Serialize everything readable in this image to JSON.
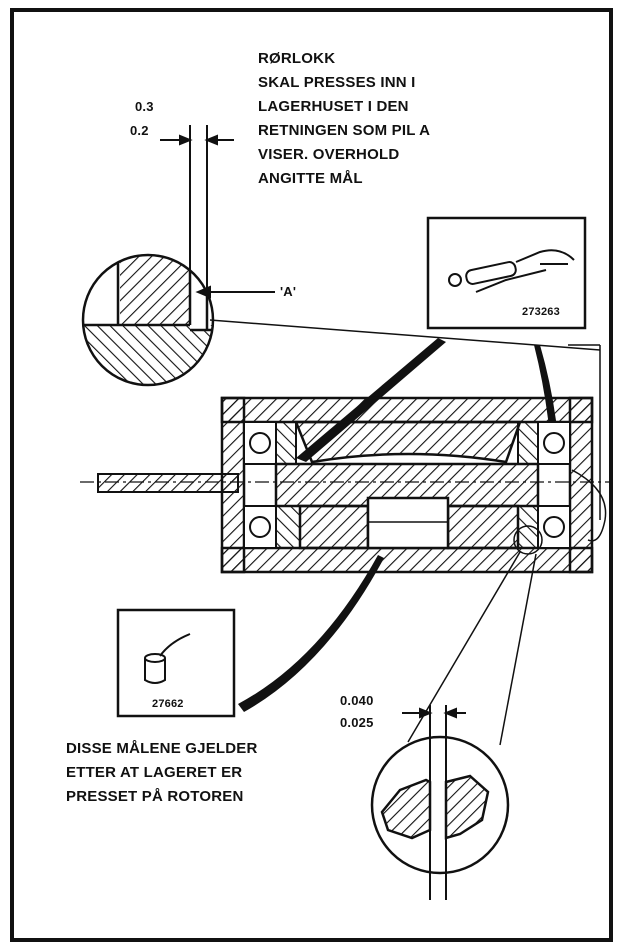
{
  "notes": {
    "top": {
      "line1": "RØRLOKK",
      "line2": "SKAL PRESSES INN I",
      "line3": "LAGERHUSET I DEN",
      "line4": "RETNINGEN SOM PIL A",
      "line5": "VISER. OVERHOLD",
      "line6": "ANGITTE MÅL"
    },
    "bottom": {
      "line1": "DISSE MÅLENE GJELDER",
      "line2": "ETTER AT LAGERET ER",
      "line3": "PRESSET PÅ ROTOREN"
    }
  },
  "dimensions": {
    "upper": {
      "max": "0.3",
      "min": "0.2"
    },
    "lower": {
      "max": "0.040",
      "min": "0.025"
    }
  },
  "labels": {
    "arrow_a": "'A'"
  },
  "tools": {
    "grease_gun": {
      "part_number": "273263"
    },
    "grease_can": {
      "part_number": "27662"
    }
  }
}
